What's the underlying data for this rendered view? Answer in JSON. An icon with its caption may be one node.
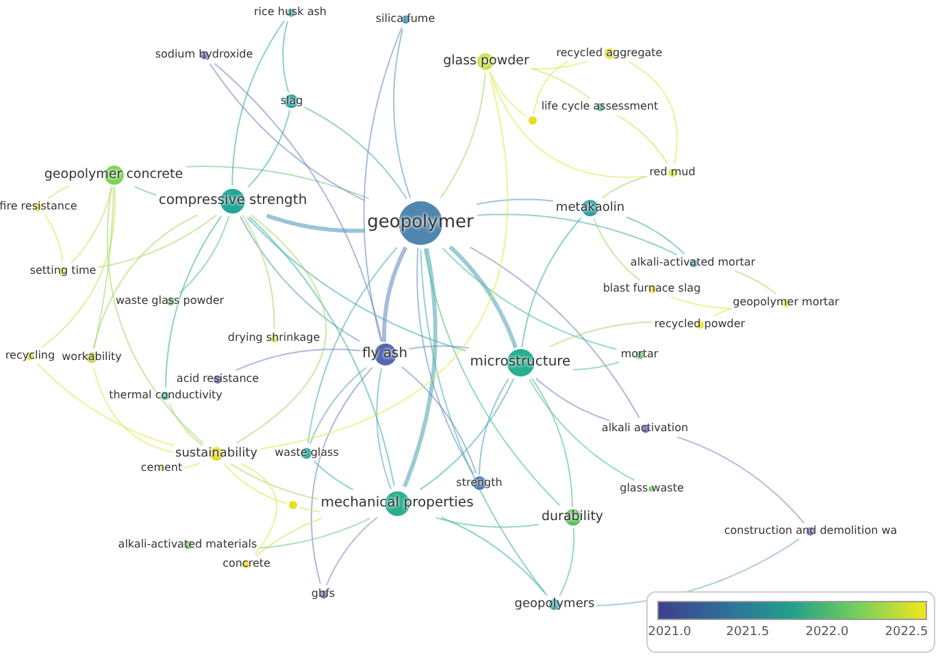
{
  "diagram": {
    "nodes": [
      {
        "text": [
          "geopolymer"
        ]
      },
      {
        "text": [
          "compressive strength"
        ]
      },
      {
        "text": [
          "geopolymer concrete"
        ]
      },
      {
        "text": [
          "slag"
        ]
      },
      {
        "text": [
          "rice husk ash"
        ]
      },
      {
        "text": [
          "silica fume"
        ]
      },
      {
        "text": [
          "sodium hydroxide"
        ]
      },
      {
        "text": [
          "glass powder"
        ]
      },
      {
        "text": [
          "recycled aggregate"
        ]
      },
      {
        "text": [
          "life cycle assessment"
        ]
      },
      {
        "text": [],
        "shape": "circle"
      },
      {
        "text": [
          "red mud"
        ]
      },
      {
        "text": [
          "metakaolin"
        ]
      },
      {
        "text": [
          "fire resistance"
        ]
      },
      {
        "text": [
          "setting time"
        ]
      },
      {
        "text": [
          "waste glass powder"
        ]
      },
      {
        "text": [
          "alkali-activated mortar"
        ]
      },
      {
        "text": [
          "blast furnace slag"
        ]
      },
      {
        "text": [
          "geopolymer mortar"
        ]
      },
      {
        "text": [
          "recycled powder"
        ]
      },
      {
        "text": [
          "drying shrinkage"
        ]
      },
      {
        "text": [
          "recycling"
        ]
      },
      {
        "text": [
          "workability"
        ]
      },
      {
        "text": [
          "fly ash"
        ]
      },
      {
        "text": [
          "microstructure"
        ]
      },
      {
        "text": [
          "mortar"
        ]
      },
      {
        "text": [
          "acid resistance"
        ]
      },
      {
        "text": [
          "thermal conductivity"
        ]
      },
      {
        "text": [
          "alkali activation"
        ]
      },
      {
        "text": [
          "sustainability"
        ]
      },
      {
        "text": [
          "waste glass"
        ]
      },
      {
        "text": [
          "cement"
        ]
      },
      {
        "text": [
          "strength"
        ]
      },
      {
        "text": [
          "glass waste"
        ]
      },
      {
        "text": [],
        "shape": "circle"
      },
      {
        "text": [
          "mechanical properties"
        ]
      },
      {
        "text": [
          "durability"
        ]
      },
      {
        "text": [
          "construction and demolition wa"
        ]
      },
      {
        "text": [
          "alkali-activated materials"
        ]
      },
      {
        "text": [
          "concrete"
        ]
      },
      {
        "text": [
          "gbfs"
        ]
      },
      {
        "text": [
          "geopolymers"
        ]
      }
    ],
    "edges": [
      {
        "from": 0,
        "to": 1,
        "arrow": "none",
        "style": "thick",
        "color": "#5b9bbf"
      },
      {
        "from": 0,
        "to": 23,
        "arrow": "none",
        "style": "thick",
        "color": "#6b8fc4"
      },
      {
        "from": 0,
        "to": 24,
        "arrow": "none",
        "style": "thick",
        "color": "#5aa8b8"
      },
      {
        "from": 0,
        "to": 35,
        "arrow": "none",
        "style": "thick",
        "color": "#5aa8b8"
      },
      {
        "from": 0,
        "to": 12,
        "arrow": "none",
        "color": "#5b9bbf"
      },
      {
        "from": 0,
        "to": 3,
        "arrow": "none",
        "color": "#4fb0b0"
      },
      {
        "from": 0,
        "to": 5,
        "arrow": "none",
        "color": "#5b9bbf"
      },
      {
        "from": 0,
        "to": 7,
        "arrow": "none",
        "color": "#a8d96a"
      },
      {
        "from": 0,
        "to": 32,
        "arrow": "none",
        "color": "#6b8fc4"
      },
      {
        "from": 0,
        "to": 36,
        "arrow": "none",
        "color": "#4fc09a"
      },
      {
        "from": 0,
        "to": 41,
        "arrow": "none",
        "color": "#4fb0b0"
      },
      {
        "from": 0,
        "to": 28,
        "arrow": "none",
        "color": "#7a86c4"
      },
      {
        "from": 0,
        "to": 2,
        "arrow": "none",
        "color": "#7cc98a"
      },
      {
        "from": 0,
        "to": 6,
        "arrow": "none",
        "color": "#7a86c4"
      },
      {
        "from": 0,
        "to": 16,
        "arrow": "none",
        "color": "#4fb0b0"
      },
      {
        "from": 0,
        "to": 25,
        "arrow": "none",
        "color": "#4fc09a"
      },
      {
        "from": 0,
        "to": 30,
        "arrow": "none",
        "color": "#4fb0b0"
      },
      {
        "from": 1,
        "to": 3,
        "arrow": "none",
        "color": "#3fb0a8"
      },
      {
        "from": 1,
        "to": 2,
        "arrow": "none",
        "color": "#5cc88a"
      },
      {
        "from": 1,
        "to": 23,
        "arrow": "none",
        "color": "#5b9bbf"
      },
      {
        "from": 1,
        "to": 24,
        "arrow": "none",
        "color": "#3fb0a8"
      },
      {
        "from": 1,
        "to": 35,
        "arrow": "none",
        "color": "#3fb0a8"
      },
      {
        "from": 1,
        "to": 15,
        "arrow": "none",
        "color": "#5cc88a"
      },
      {
        "from": 1,
        "to": 22,
        "arrow": "none",
        "color": "#a8d96a"
      },
      {
        "from": 1,
        "to": 14,
        "arrow": "none",
        "color": "#a8d96a"
      },
      {
        "from": 1,
        "to": 4,
        "arrow": "none",
        "color": "#3fb0a8"
      },
      {
        "from": 1,
        "to": 29,
        "arrow": "none",
        "color": "#a8d96a"
      },
      {
        "from": 2,
        "to": 13,
        "arrow": "none",
        "color": "#c8e45a"
      },
      {
        "from": 2,
        "to": 14,
        "arrow": "none",
        "color": "#c8e45a"
      },
      {
        "from": 2,
        "to": 21,
        "arrow": "none",
        "color": "#c8e45a"
      },
      {
        "from": 2,
        "to": 22,
        "arrow": "none",
        "color": "#a8d96a"
      },
      {
        "from": 2,
        "to": 29,
        "arrow": "none",
        "color": "#a8d96a"
      },
      {
        "from": 23,
        "to": 24,
        "arrow": "none",
        "color": "#6b8fc4"
      },
      {
        "from": 23,
        "to": 35,
        "arrow": "none",
        "color": "#5aa8b8"
      },
      {
        "from": 23,
        "to": 32,
        "arrow": "none",
        "color": "#6b8fc4"
      },
      {
        "from": 23,
        "to": 26,
        "arrow": "none",
        "color": "#7a86c4"
      },
      {
        "from": 23,
        "to": 40,
        "arrow": "none",
        "color": "#7a86c4"
      },
      {
        "from": 23,
        "to": 30,
        "arrow": "none",
        "color": "#5aa8b8"
      },
      {
        "from": 23,
        "to": 6,
        "arrow": "none",
        "color": "#7a86c4"
      },
      {
        "from": 23,
        "to": 5,
        "arrow": "none",
        "color": "#6b8fc4"
      },
      {
        "from": 24,
        "to": 35,
        "arrow": "none",
        "color": "#3fb0a8"
      },
      {
        "from": 24,
        "to": 32,
        "arrow": "none",
        "color": "#5b9bbf"
      },
      {
        "from": 24,
        "to": 36,
        "arrow": "none",
        "color": "#4fc09a"
      },
      {
        "from": 24,
        "to": 28,
        "arrow": "none",
        "color": "#7a86c4"
      },
      {
        "from": 24,
        "to": 12,
        "arrow": "none",
        "color": "#3fb0a8"
      },
      {
        "from": 24,
        "to": 25,
        "arrow": "none",
        "color": "#5cc88a"
      },
      {
        "from": 24,
        "to": 33,
        "arrow": "none",
        "color": "#5cc88a"
      },
      {
        "from": 35,
        "to": 29,
        "arrow": "none",
        "color": "#a8d96a"
      },
      {
        "from": 35,
        "to": 30,
        "arrow": "none",
        "color": "#3fb0a8"
      },
      {
        "from": 35,
        "to": 36,
        "arrow": "none",
        "color": "#4fc09a"
      },
      {
        "from": 35,
        "to": 41,
        "arrow": "none",
        "color": "#3fb0a8"
      },
      {
        "from": 35,
        "to": 39,
        "arrow": "none",
        "color": "#c8e45a"
      },
      {
        "from": 35,
        "to": 38,
        "arrow": "none",
        "color": "#7cc98a"
      },
      {
        "from": 7,
        "to": 8,
        "arrow": "none",
        "color": "#e0e850"
      },
      {
        "from": 7,
        "to": 9,
        "arrow": "none",
        "color": "#c8e45a"
      },
      {
        "from": 7,
        "to": 10,
        "arrow": "none",
        "color": "#e0e850"
      },
      {
        "from": 7,
        "to": 11,
        "arrow": "none",
        "color": "#e0e850"
      },
      {
        "from": 7,
        "to": 29,
        "arrow": "none",
        "color": "#e0e850"
      },
      {
        "from": 12,
        "to": 16,
        "arrow": "none",
        "color": "#3fb0a8"
      },
      {
        "from": 12,
        "to": 17,
        "arrow": "none",
        "color": "#a8d96a"
      },
      {
        "from": 12,
        "to": 11,
        "arrow": "none",
        "color": "#a8d96a"
      },
      {
        "from": 8,
        "to": 11,
        "arrow": "none",
        "color": "#e0e850"
      },
      {
        "from": 8,
        "to": 10,
        "arrow": "none",
        "color": "#e0e850"
      },
      {
        "from": 18,
        "to": 19,
        "arrow": "none",
        "color": "#e0e850"
      },
      {
        "from": 18,
        "to": 17,
        "arrow": "none",
        "color": "#e0e850"
      },
      {
        "from": 18,
        "to": 16,
        "arrow": "none",
        "color": "#a8d96a"
      },
      {
        "from": 37,
        "to": 41,
        "arrow": "none",
        "color": "#7aa8c8"
      },
      {
        "from": 37,
        "to": 28,
        "arrow": "none",
        "color": "#8a8ac8"
      },
      {
        "from": 29,
        "to": 31,
        "arrow": "none",
        "color": "#e0e850"
      },
      {
        "from": 29,
        "to": 39,
        "arrow": "none",
        "color": "#e0e850"
      },
      {
        "from": 29,
        "to": 21,
        "arrow": "none",
        "color": "#e0e850"
      },
      {
        "from": 29,
        "to": 22,
        "arrow": "none",
        "color": "#e0e850"
      },
      {
        "from": 36,
        "to": 41,
        "arrow": "none",
        "color": "#4fc09a"
      },
      {
        "from": 27,
        "to": 29,
        "arrow": "none",
        "color": "#a8d96a"
      },
      {
        "from": 27,
        "to": 1,
        "arrow": "none",
        "color": "#3fb0a8"
      },
      {
        "from": 20,
        "to": 1,
        "arrow": "none",
        "color": "#a8d96a"
      },
      {
        "from": 13,
        "to": 14,
        "arrow": "none",
        "color": "#e0e850"
      },
      {
        "from": 34,
        "to": 35,
        "arrow": "none",
        "color": "#c8e45a"
      },
      {
        "from": 34,
        "to": 29,
        "arrow": "none",
        "color": "#e0e850"
      },
      {
        "from": 4,
        "to": 3,
        "arrow": "none",
        "color": "#3fb0a8"
      },
      {
        "from": 9,
        "to": 11,
        "arrow": "none",
        "color": "#c8e45a"
      },
      {
        "from": 19,
        "to": 24,
        "arrow": "none",
        "color": "#a8d96a"
      },
      {
        "from": 40,
        "to": 35,
        "arrow": "none",
        "color": "#8a8ac8"
      }
    ],
    "labels": [
      "2021.0",
      "2021.5",
      "2022.0",
      "2022.5"
    ]
  }
}
